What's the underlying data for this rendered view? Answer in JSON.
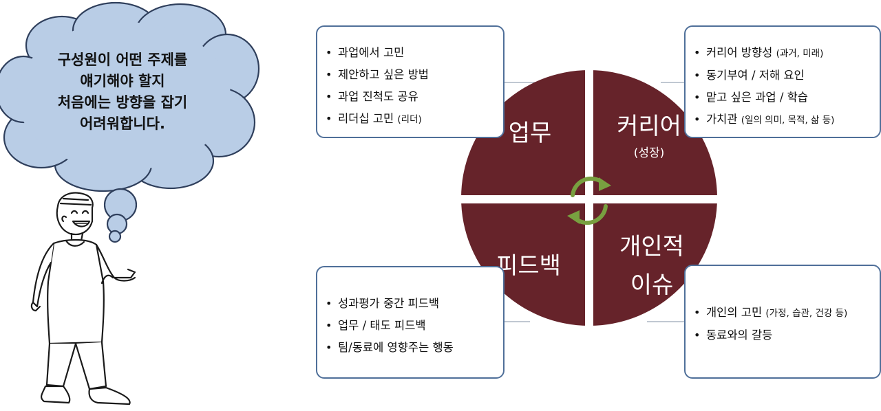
{
  "thought_bubble": {
    "lines": [
      "구성원이 어떤 주제를",
      "얘기해야 할지",
      "처음에는 방향을 잡기",
      "어려워합니다."
    ]
  },
  "quadrants": {
    "top_left": "업무",
    "top_right": "커리어",
    "top_right_sub": "(성장)",
    "bottom_left": "피드백",
    "bottom_right_line1": "개인적",
    "bottom_right_line2": "이슈"
  },
  "boxes": {
    "top_left": [
      {
        "text": "과업에서 고민",
        "note": ""
      },
      {
        "text": "제안하고 싶은 방법",
        "note": ""
      },
      {
        "text": "과업 진척도 공유",
        "note": ""
      },
      {
        "text": "리더십 고민 ",
        "note": "(리더)"
      }
    ],
    "top_right": [
      {
        "text": "커리어 방향성 ",
        "note": "(과거, 미래)"
      },
      {
        "text": "동기부여 / 저해 요인",
        "note": ""
      },
      {
        "text": "맡고 싶은 과업 / 학습",
        "note": ""
      },
      {
        "text": "가치관 ",
        "note": "(일의 의미, 목적, 삶 등)"
      }
    ],
    "bottom_left": [
      {
        "text": "성과평가 중간 피드백",
        "note": ""
      },
      {
        "text": "업무 / 태도 피드백",
        "note": ""
      },
      {
        "text": "팀/동료에 영향주는 행동",
        "note": ""
      }
    ],
    "bottom_right": [
      {
        "text": "개인의 고민 ",
        "note": "(가정, 습관, 건강 등)"
      },
      {
        "text": "동료와의 갈등",
        "note": ""
      }
    ]
  },
  "colors": {
    "circle_fill": "#66232a",
    "bubble_fill": "#b9cde6",
    "bubble_stroke": "#2f3f5c",
    "box_border": "#4f6f99",
    "cycle_arrows": "#78a040"
  }
}
